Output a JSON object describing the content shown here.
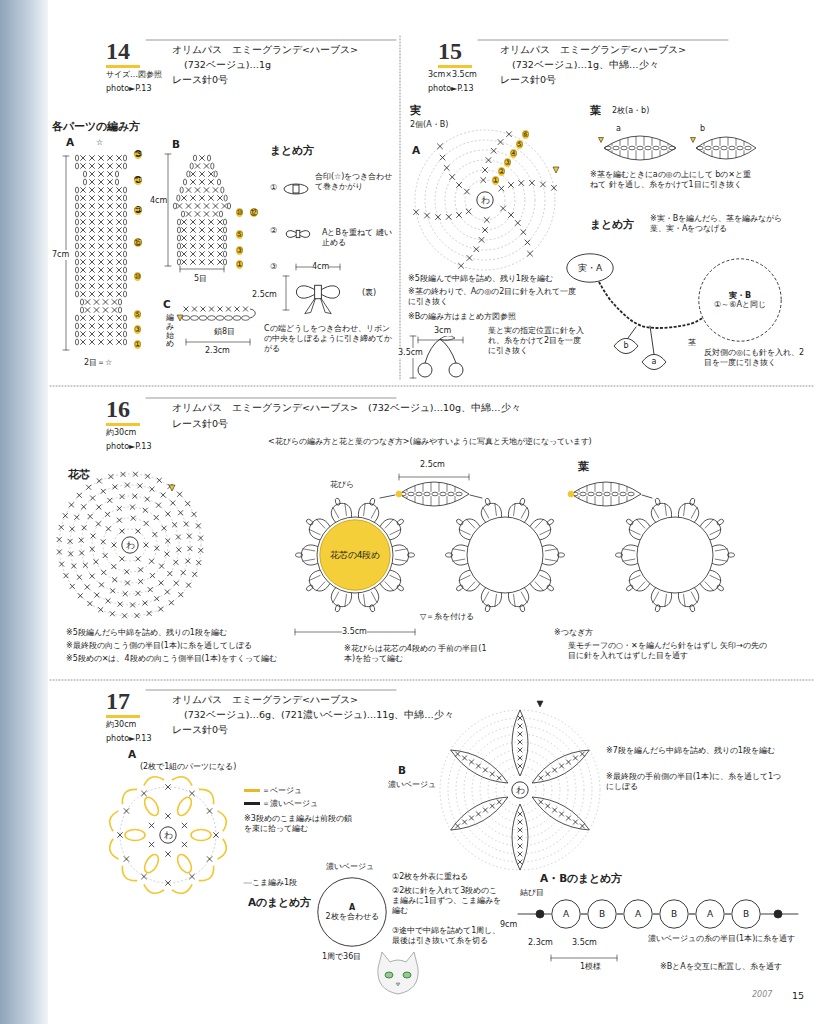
{
  "diagram": {
    "nodes": [
      {
        "text": [
          "わ"
        ]
      },
      {
        "text": [
          "実・A"
        ]
      },
      {
        "text": [
          "b"
        ]
      },
      {
        "text": [
          "a"
        ]
      },
      {
        "text": [
          "実・B",
          "①～⑥Aと同じ"
        ]
      },
      {
        "text": [
          "わ"
        ]
      },
      {
        "text": [
          "花芯の4段め"
        ]
      },
      {
        "text": [
          "わ"
        ]
      },
      {
        "text": [
          "A",
          "2枚を合わせる"
        ]
      },
      {
        "text": [
          "わ"
        ]
      },
      {
        "text": [
          "A"
        ]
      },
      {
        "text": [
          "B"
        ]
      },
      {
        "text": [
          "A"
        ]
      },
      {
        "text": [
          "B"
        ]
      },
      {
        "text": [
          "A"
        ]
      },
      {
        "text": [
          "B"
        ]
      }
    ],
    "edges": [
      {
        "from": 1,
        "to": 4,
        "arrow": "none"
      },
      {
        "from": 10,
        "to": 11,
        "arrow": "none"
      },
      {
        "from": 11,
        "to": 12,
        "arrow": "none"
      },
      {
        "from": 12,
        "to": 13,
        "arrow": "none"
      },
      {
        "from": 13,
        "to": 14,
        "arrow": "none"
      },
      {
        "from": 14,
        "to": 15,
        "arrow": "none"
      }
    ],
    "labels": [
      "14",
      "サイズ…図参照",
      "photo►P.13",
      "オリムパス　エミーグランデ<ハーブス>",
      "(732ベージュ)…1g",
      "レース針0号",
      "各パーツの編み方",
      "A",
      "☆",
      "㉙",
      "㉗",
      "㉓",
      "⑮",
      "⑩",
      "⑤",
      "③",
      "①",
      "7cm",
      "2目＝☆",
      "B",
      "4cm",
      "⑫",
      "⑩",
      "⑤",
      "③",
      "①",
      "5目",
      "C",
      "編み始め",
      "鎖8目",
      "2.3cm",
      "まとめ方",
      "①",
      "合印(☆)をつき合わせて巻きかがり",
      "②",
      "AとBを重ねて 縫い止める",
      "③",
      "4cm",
      "2.5cm",
      "(裏)",
      "Cの端どうしをつき合わせ、リボンの中央をしぼるように引き締めてかがる",
      "15",
      "3cm×3.5cm",
      "photo►P.13",
      "オリムパス　エミーグランデ<ハーブス>",
      "(732ベージュ)…1g、中綿…少々",
      "レース針0号",
      "実",
      "2個(A・B)",
      "A",
      "①",
      "②",
      "③",
      "④",
      "⑤",
      "⑥",
      "※5段編んで中綿を詰め、残り1段を編む",
      "※茎の終わりで、Aの◎の2目に針を入れて一度に引き抜く",
      "※Bの編み方はまとめ方図参照",
      "3cm",
      "3.5cm",
      "葉と実の指定位置に針を入れ、糸をかけて2目を一度に引き抜く",
      "葉",
      "2枚(a・b)",
      "a",
      "b",
      "※茎を編むときにaの◎の上にして bの✕と重ねて 針を通し、糸をかけて1目に引き抜く",
      "まとめ方",
      "※実・Bを編んだら、茎を編みながら 葉、実・Aをつなげる",
      "茎",
      "反対側の◎にも針を入れ、2目を一度に引き抜く",
      "16",
      "約30cm",
      "photo►P.13",
      "オリムパス　エミーグランデ<ハーブス>　(732ベージュ)…10g、中綿…少々",
      "レース針0号",
      "<花びらの編み方と花と葉のつなぎ方>(編みやすいように写真と天地が逆になっています)",
      "花芯",
      "2.5cm",
      "花びら",
      "葉",
      "▽＝糸を付ける",
      "3.5cm",
      "※5段編んだら中綿を詰め、残りの1段を編む",
      "※最終段の向こう側の半目(1本)に糸を通してしぼる",
      "※5段めの✕は、4段めの向こう側半目(1本)をすくって編む",
      "※花びらは花芯の4段めの 手前の半目(1本)を拾って編む",
      "※つなぎ方",
      "葉モチーフの○・✕を編んだら針をはずし 矢印→の先の目に針を入れてはずした目を通す",
      "17",
      "約30cm",
      "photo►P.13",
      "オリムパス　エミーグランデ<ハーブス>",
      "(732ベージュ)…6g、(721濃いベージュ)…11g、中綿…少々",
      "レース針0号",
      "A",
      "(2枚で1組のパーツになる)",
      "※3段めのこま編みは前段の鎖を束に拾って編む",
      "こま編み1段",
      "濃いベージュ",
      "Aのまとめ方",
      "1周で36目",
      "①2枚を外表に重ねる",
      "②2枚に針を入れて3段めのこま編みに1目ずつ、こま編みを編む",
      "③途中で中綿を詰めて1周し、最後は引き抜いて糸を切る",
      "B",
      "濃いベージュ",
      "※7段を編んだら中綿を詰め、残りの1段を編む",
      "※最終段の手前側の半目(1本)に、糸を通して1つにしぼる",
      "A・Bのまとめ方",
      "結び目",
      "9cm",
      "2.3cm",
      "3.5cm",
      "1模様",
      "濃いベージュの糸の半目(1本)に糸を通す",
      "※BとAを交互に配置し、糸を通す",
      "2007",
      "15"
    ],
    "legend": [
      {
        "text": "＝ベージュ",
        "color": "#e8b923"
      },
      {
        "text": "＝濃いベージュ",
        "color": "#222222"
      }
    ]
  }
}
